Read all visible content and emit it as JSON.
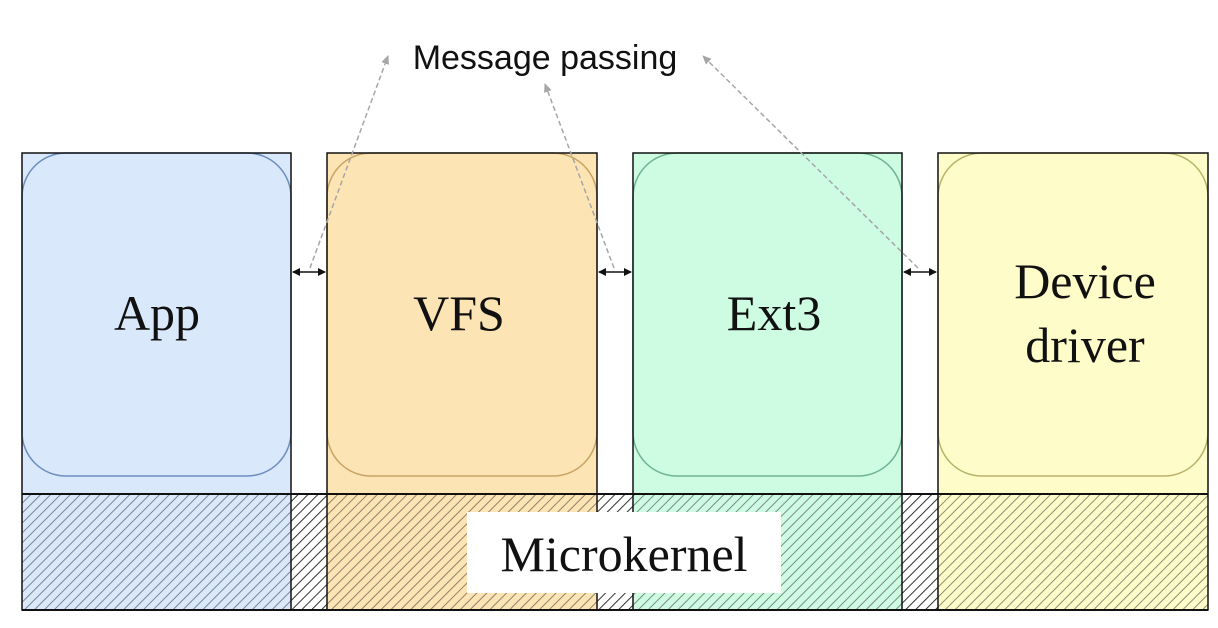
{
  "annotation": {
    "label": "Message passing"
  },
  "components": [
    {
      "id": "app",
      "label_lines": [
        "App"
      ],
      "fill": "#dae8fc",
      "stroke": "#6c8ebf"
    },
    {
      "id": "vfs",
      "label_lines": [
        "VFS"
      ],
      "fill": "#fde4b4",
      "stroke": "#c8a464"
    },
    {
      "id": "ext3",
      "label_lines": [
        "Ext3"
      ],
      "fill": "#cdfce2",
      "stroke": "#6fb48f"
    },
    {
      "id": "device-driver",
      "label_lines": [
        "Device",
        "driver"
      ],
      "fill": "#fefcc8",
      "stroke": "#b9b36a"
    }
  ],
  "kernel": {
    "label": "Microkernel"
  },
  "colors": {
    "outline": "#111111",
    "arrow": "#111111",
    "message_arrow": "#a6a6a6",
    "hatch": "#333333"
  }
}
